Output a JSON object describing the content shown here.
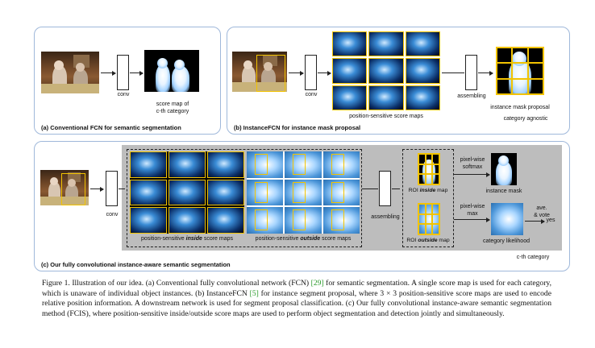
{
  "panel_a": {
    "conv_label": "conv",
    "score_map_label": [
      "score map of",
      "c-th category"
    ],
    "caption": "(a) Conventional FCN for semantic segmentation"
  },
  "panel_b": {
    "conv_label": "conv",
    "maps_label": "position-sensitive score maps",
    "assembling_label": "assembling",
    "proposal_label": "instance mask proposal",
    "agnostic_label": "category agnostic",
    "caption": "(b) InstanceFCN for instance mask proposal"
  },
  "panel_c": {
    "conv_label": "conv",
    "inside_maps_prefix": "position-sensitive ",
    "inside_maps_em": "inside",
    "inside_maps_suffix": " score maps",
    "outside_maps_prefix": "position-sensitive ",
    "outside_maps_em": "outside",
    "outside_maps_suffix": " score maps",
    "assembling_label": "assembling",
    "roi_inside_prefix": "ROI ",
    "roi_inside_em": "inside",
    "roi_inside_suffix": " map",
    "roi_outside_prefix": "ROI ",
    "roi_outside_em": "outside",
    "roi_outside_suffix": " map",
    "softmax_label": [
      "pixel-wise",
      "softmax"
    ],
    "max_label": [
      "pixel-wise",
      "max"
    ],
    "instance_mask_label": "instance mask",
    "vote_label": [
      "ave.",
      "& vote"
    ],
    "yes_label": "yes",
    "likelihood_label": "category likelihood",
    "cth_label": "c-th category",
    "caption": "(c) Our fully convolutional instance-aware semantic segmentation"
  },
  "figure_caption": {
    "part1": "Figure 1. Illustration of our idea. (a) Conventional fully convolutional network (FCN) ",
    "ref1": "[29]",
    "part2": " for semantic segmentation. A single score map is used for each category, which is unaware of individual object instances. (b) InstanceFCN ",
    "ref2": "[5]",
    "part3": " for instance segment proposal, where 3 × 3 position-sensitive score maps are used to encode relative position information. A downstream network is used for segment proposal classification. (c) Our fully convolutional instance-aware semantic segmentation method (FCIS), where position-sensitive inside/outside score maps are used to perform object segmentation and detection jointly and simultaneously."
  },
  "colors": {
    "panel_border": "#9fb8da",
    "highlight": "#f2c300",
    "grey_bg": "#bdbdbd",
    "ref_green": "#2a9a2a"
  }
}
